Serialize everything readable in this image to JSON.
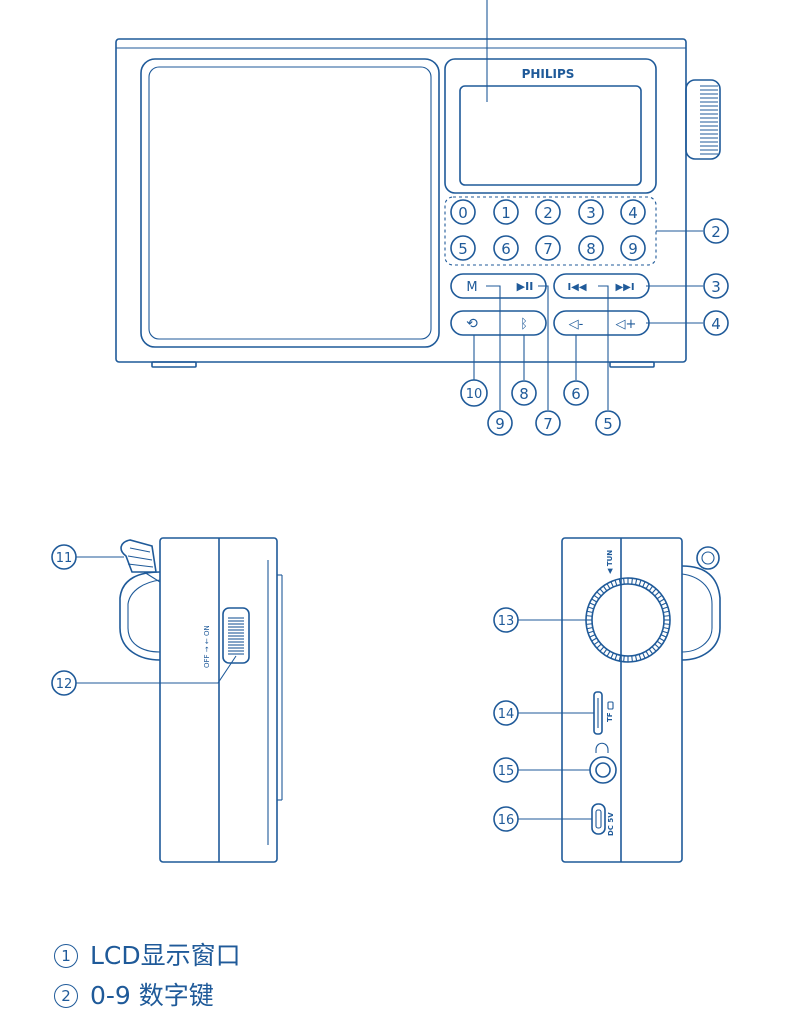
{
  "device": {
    "brand": "PHILIPS",
    "number_keys": [
      "0",
      "1",
      "2",
      "3",
      "4",
      "5",
      "6",
      "7",
      "8",
      "9"
    ],
    "mode_key": "M",
    "play_pause_glyph": "▶II",
    "prev_glyph": "I◀◀",
    "next_glyph": "▶▶I",
    "repeat_glyph": "⟲",
    "bluetooth_glyph": "ᛒ",
    "vol_down_glyph": "◁-",
    "vol_up_glyph": "◁+"
  },
  "side_left": {
    "switch_label": "OFF →  ← ON"
  },
  "side_right": {
    "tun_label": "◀ TUN",
    "tf_label": "TF",
    "dc_label": "DC 5V"
  },
  "callouts": {
    "c2": "2",
    "c3": "3",
    "c4": "4",
    "c5": "5",
    "c6": "6",
    "c7": "7",
    "c8": "8",
    "c9": "9",
    "c10": "10",
    "c11": "11",
    "c12": "12",
    "c13": "13",
    "c14": "14",
    "c15": "15",
    "c16": "16"
  },
  "legend": [
    {
      "marker": "1",
      "text": "LCD显示窗口"
    },
    {
      "marker": "2",
      "text": "0-9 数字键"
    }
  ],
  "colors": {
    "line": "#1f5a99",
    "background": "#ffffff"
  }
}
